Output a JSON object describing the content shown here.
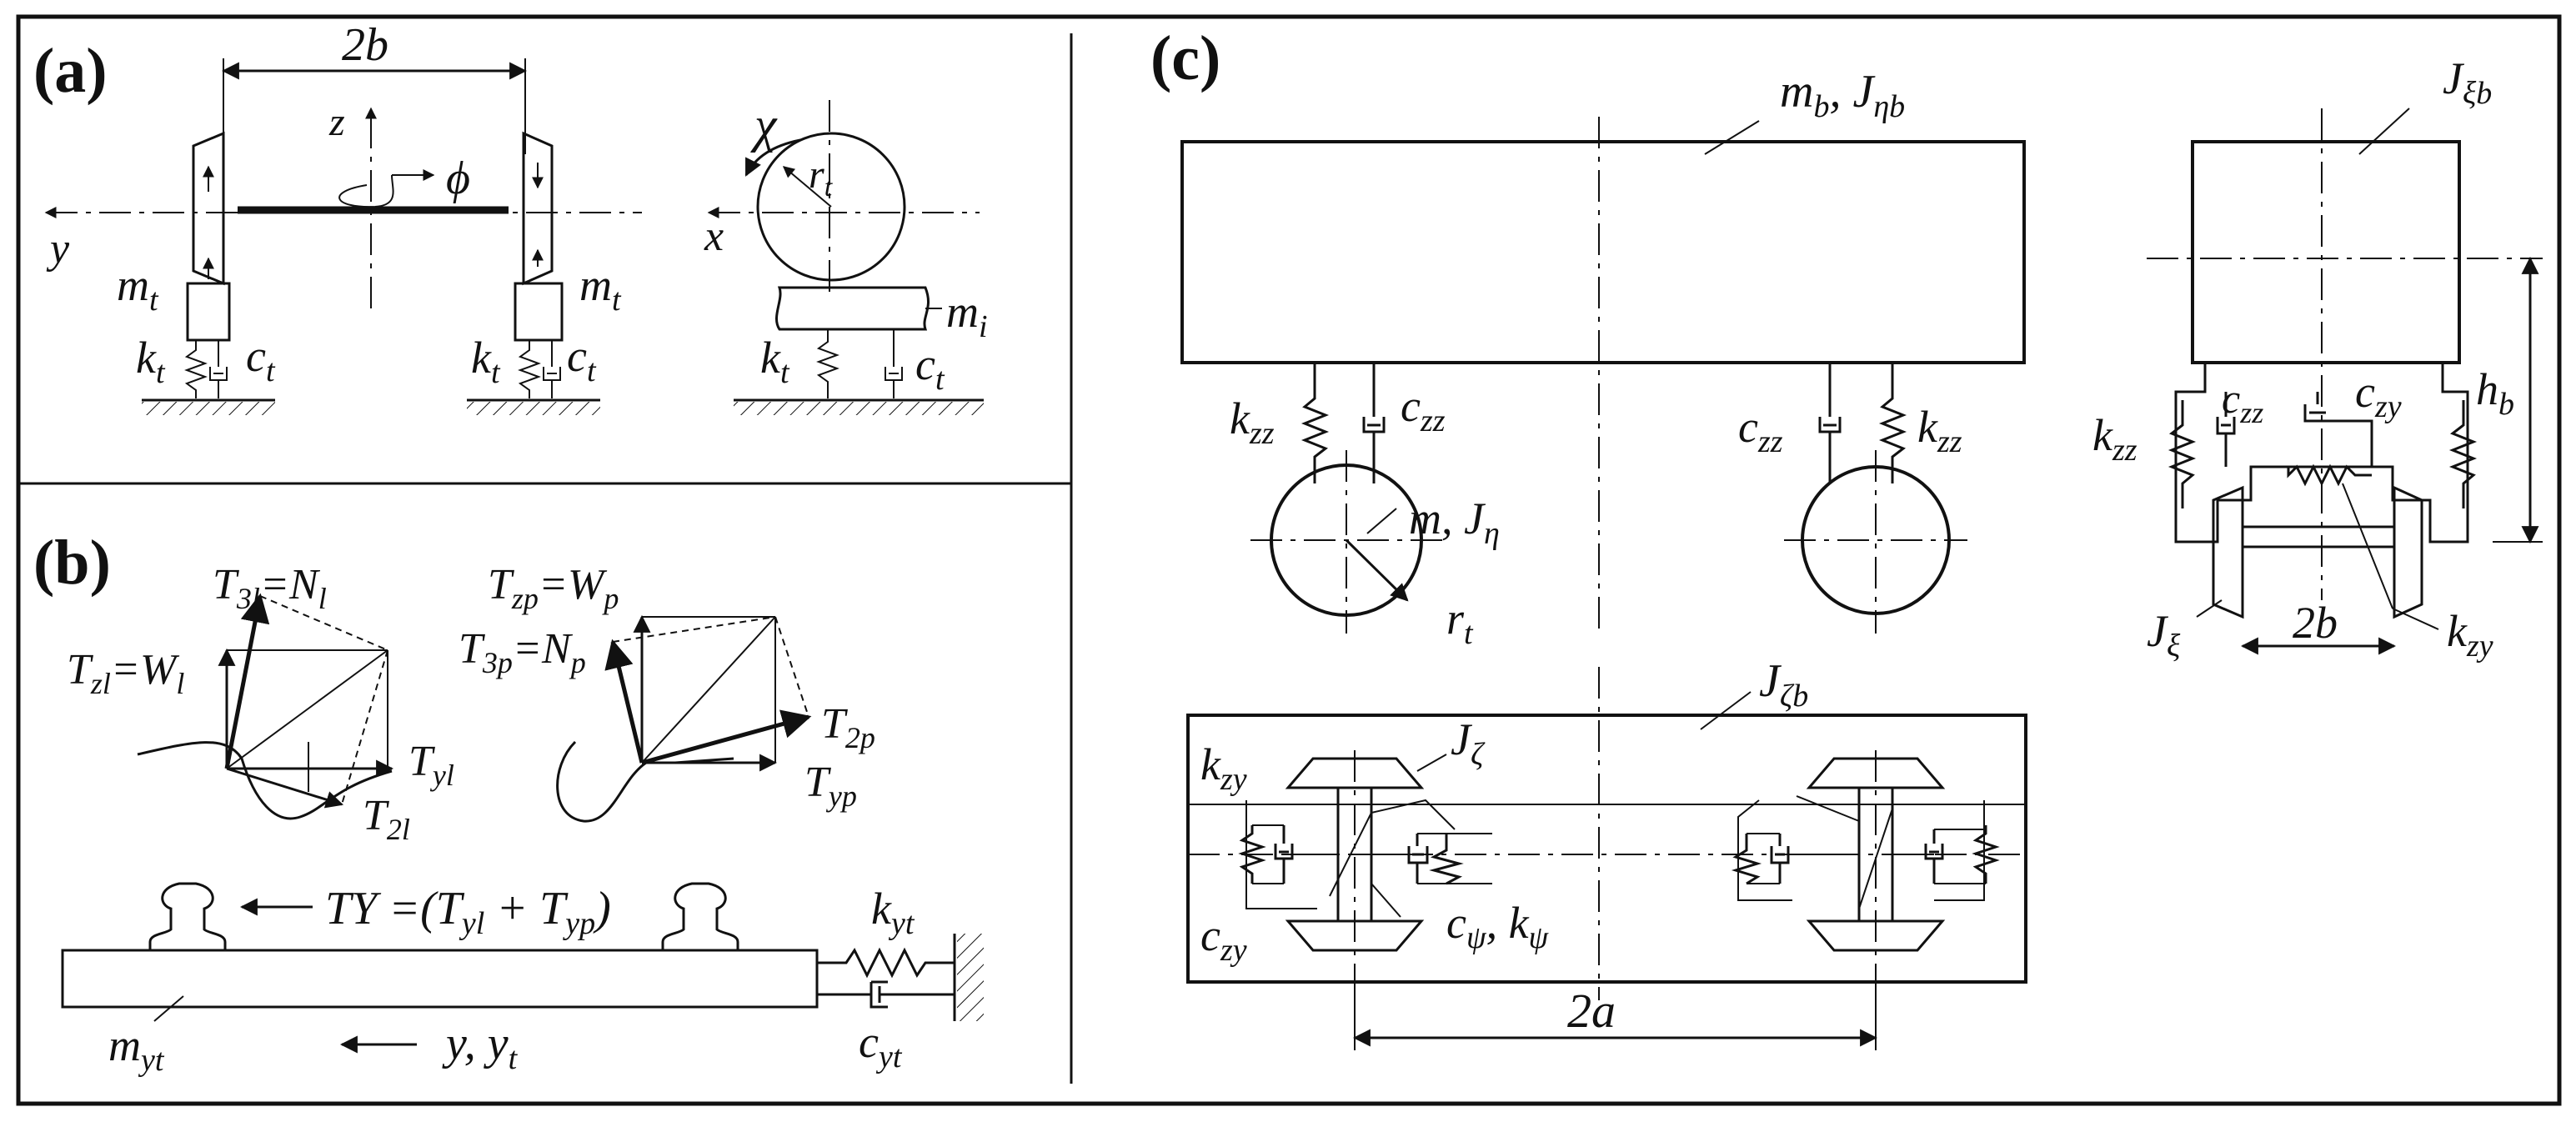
{
  "panels": {
    "a": {
      "label": "(a)",
      "dim_2b": "2b",
      "axis_z": "z",
      "axis_y": "y",
      "axis_x": "x",
      "phi": "ϕ",
      "chi": "χ",
      "r_t": "r",
      "r_t_sub": "t",
      "m_t_left": "m",
      "m_t_right": "m",
      "m_sub": "t",
      "k_t": "k",
      "c_t": "c",
      "kc_sub": "t",
      "m_i": "m",
      "m_i_sub": "i"
    },
    "b": {
      "label": "(b)",
      "T3l": "T",
      "T3l_sub": "3l",
      "N_l": "=N",
      "N_l_sub": "l",
      "Tzl": "T",
      "Tzl_sub": "zl",
      "W_l": "=W",
      "W_l_sub": "l",
      "Tyl": "T",
      "Tyl_sub": "yl",
      "T2l": "T",
      "T2l_sub": "2l",
      "Tzp": "T",
      "Tzp_sub": "zp",
      "W_p": "=W",
      "W_p_sub": "p",
      "T3p": "T",
      "T3p_sub": "3p",
      "N_p": "=N",
      "N_p_sub": "p",
      "T2p": "T",
      "T2p_sub": "2p",
      "Typ": "T",
      "Typ_sub": "yp",
      "TY_eq": "TY =(T",
      "TY_sub1": "yl",
      "TY_plus": " + T",
      "TY_sub2": "yp",
      "TY_close": ")",
      "k_yt": "k",
      "k_yt_sub": "yt",
      "c_yt": "c",
      "c_yt_sub": "yt",
      "m_yt": "m",
      "m_yt_sub": "yt",
      "y_yt": "y, y",
      "y_yt_sub": "t"
    },
    "c": {
      "label": "(c)",
      "mb": "m",
      "mb_sub": "b",
      "Jeta_b": ", J",
      "Jeta_b_sub": "ηb",
      "Jxi_b": "J",
      "Jxi_b_sub": "ξb",
      "h_b": "h",
      "h_b_sub": "b",
      "k_zz": "k",
      "zz_sub": "zz",
      "c_zz": "c",
      "c_zy": "c",
      "zy_sub": "zy",
      "k_zy": "k",
      "m_J": "m, J",
      "m_J_sub": "η",
      "r_t": "r",
      "r_t_sub": "t",
      "J_xi": "J",
      "J_xi_sub": "ξ",
      "dim_2b": "2b",
      "J_zeta_b": "J",
      "J_zeta_b_sub": "ζb",
      "J_zeta": "J",
      "J_zeta_sub": "ζ",
      "c_psi": "c",
      "psi_sub": "ψ",
      "k_psi": ", k",
      "dim_2a": "2a"
    }
  }
}
